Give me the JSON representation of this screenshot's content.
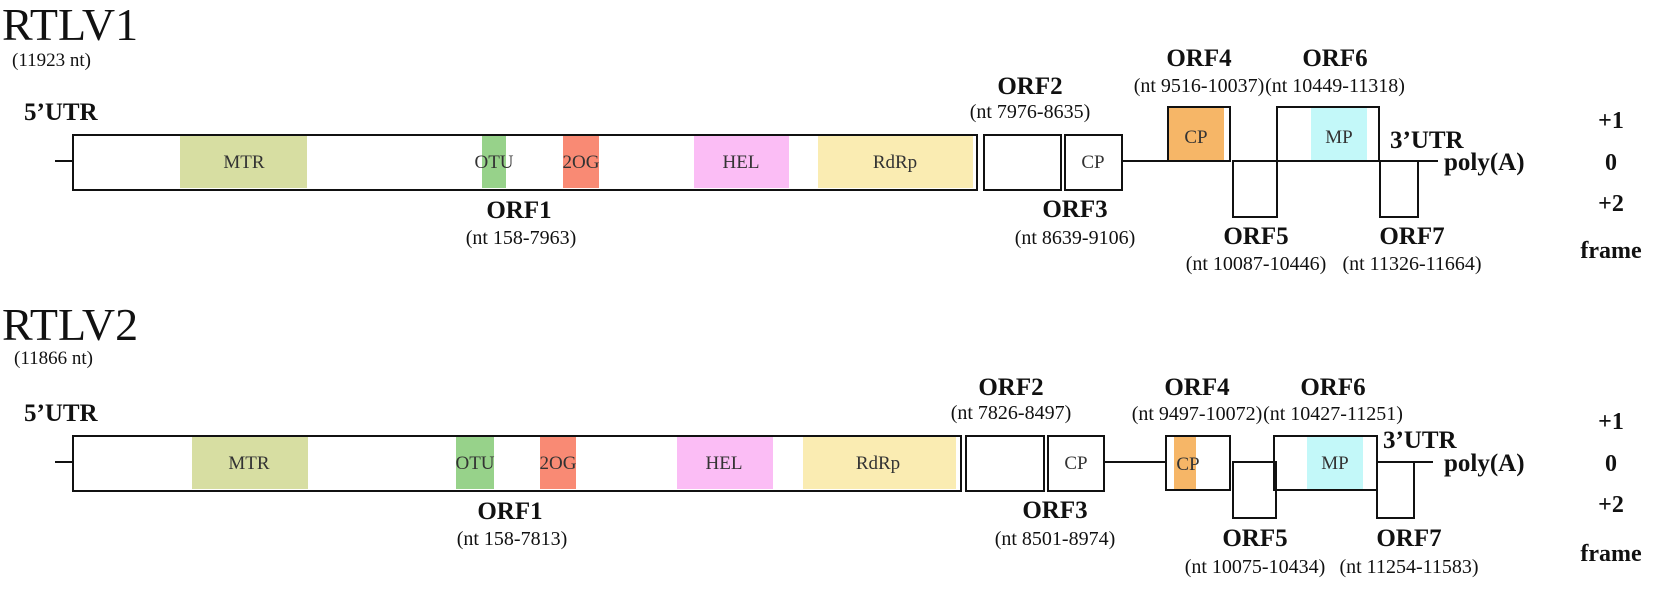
{
  "frames": [
    "+1",
    "0",
    "+2",
    "frame"
  ],
  "utr5": "5’UTR",
  "utr3": "3’UTR",
  "polyA": "poly(A)",
  "genomes": [
    {
      "name": "RTLV1",
      "length": "(11923 nt)",
      "orfs": {
        "orf1": {
          "name": "ORF1",
          "range": "(nt 158-7963)"
        },
        "orf2": {
          "name": "ORF2",
          "range": "(nt 7976-8635)"
        },
        "orf3": {
          "name": "ORF3",
          "range": "(nt 8639-9106)"
        },
        "orf4": {
          "name": "ORF4",
          "range": "(nt 9516-10037)"
        },
        "orf5": {
          "name": "ORF5",
          "range": "(nt 10087-10446)"
        },
        "orf6": {
          "name": "ORF6",
          "range": "(nt 10449-11318)"
        },
        "orf7": {
          "name": "ORF7",
          "range": "(nt 11326-11664)"
        }
      },
      "domains": {
        "mtr": {
          "label": "MTR",
          "color": "#d7dea2"
        },
        "otu": {
          "label": "OTU",
          "color": "#97d28a"
        },
        "og": {
          "label": "2OG",
          "color": "#f98a74"
        },
        "hel": {
          "label": "HEL",
          "color": "#fbbdf5"
        },
        "rdrp": {
          "label": "RdRp",
          "color": "#faecb2"
        },
        "cp3": {
          "label": "CP"
        },
        "cp4": {
          "label": "CP",
          "color": "#f6b667"
        },
        "mp": {
          "label": "MP",
          "color": "#c3f8f9"
        }
      }
    },
    {
      "name": "RTLV2",
      "length": "(11866 nt)",
      "orfs": {
        "orf1": {
          "name": "ORF1",
          "range": "(nt 158-7813)"
        },
        "orf2": {
          "name": "ORF2",
          "range": "(nt 7826-8497)"
        },
        "orf3": {
          "name": "ORF3",
          "range": "(nt 8501-8974)"
        },
        "orf4": {
          "name": "ORF4",
          "range": "(nt 9497-10072)"
        },
        "orf5": {
          "name": "ORF5",
          "range": "(nt 10075-10434)"
        },
        "orf6": {
          "name": "ORF6",
          "range": "(nt 10427-11251)"
        },
        "orf7": {
          "name": "ORF7",
          "range": "(nt 11254-11583)"
        }
      },
      "domains": {
        "mtr": {
          "label": "MTR",
          "color": "#d7dea2"
        },
        "otu": {
          "label": "OTU",
          "color": "#97d28a"
        },
        "og": {
          "label": "2OG",
          "color": "#f98a74"
        },
        "hel": {
          "label": "HEL",
          "color": "#fbbdf5"
        },
        "rdrp": {
          "label": "RdRp",
          "color": "#faecb2"
        },
        "cp3": {
          "label": "CP"
        },
        "cp4": {
          "label": "CP",
          "color": "#f6b667"
        },
        "mp": {
          "label": "MP",
          "color": "#c3f8f9"
        }
      }
    }
  ]
}
